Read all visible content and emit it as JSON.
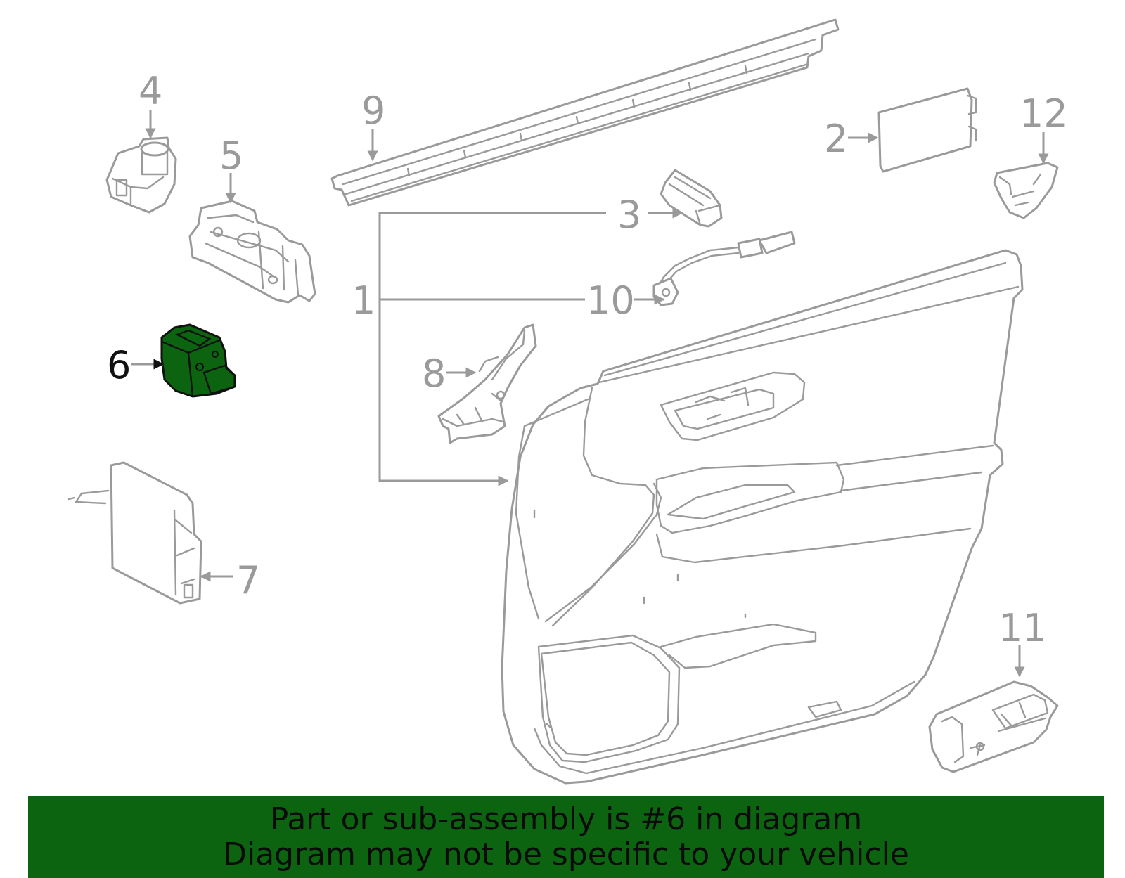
{
  "diagram": {
    "callouts": [
      {
        "id": "1",
        "label": "1"
      },
      {
        "id": "2",
        "label": "2"
      },
      {
        "id": "3",
        "label": "3"
      },
      {
        "id": "4",
        "label": "4"
      },
      {
        "id": "5",
        "label": "5"
      },
      {
        "id": "6",
        "label": "6"
      },
      {
        "id": "7",
        "label": "7"
      },
      {
        "id": "8",
        "label": "8"
      },
      {
        "id": "9",
        "label": "9"
      },
      {
        "id": "10",
        "label": "10"
      },
      {
        "id": "11",
        "label": "11"
      },
      {
        "id": "12",
        "label": "12"
      }
    ],
    "highlighted_part": "6",
    "colors": {
      "line": "#9a9a9a",
      "highlight_fill": "#0d6410",
      "highlight_stroke": "#111111",
      "banner": "#0d6410"
    }
  },
  "banner": {
    "line1": "Part or sub-assembly is #6 in diagram",
    "line2": "Diagram may not be specific to your vehicle"
  }
}
